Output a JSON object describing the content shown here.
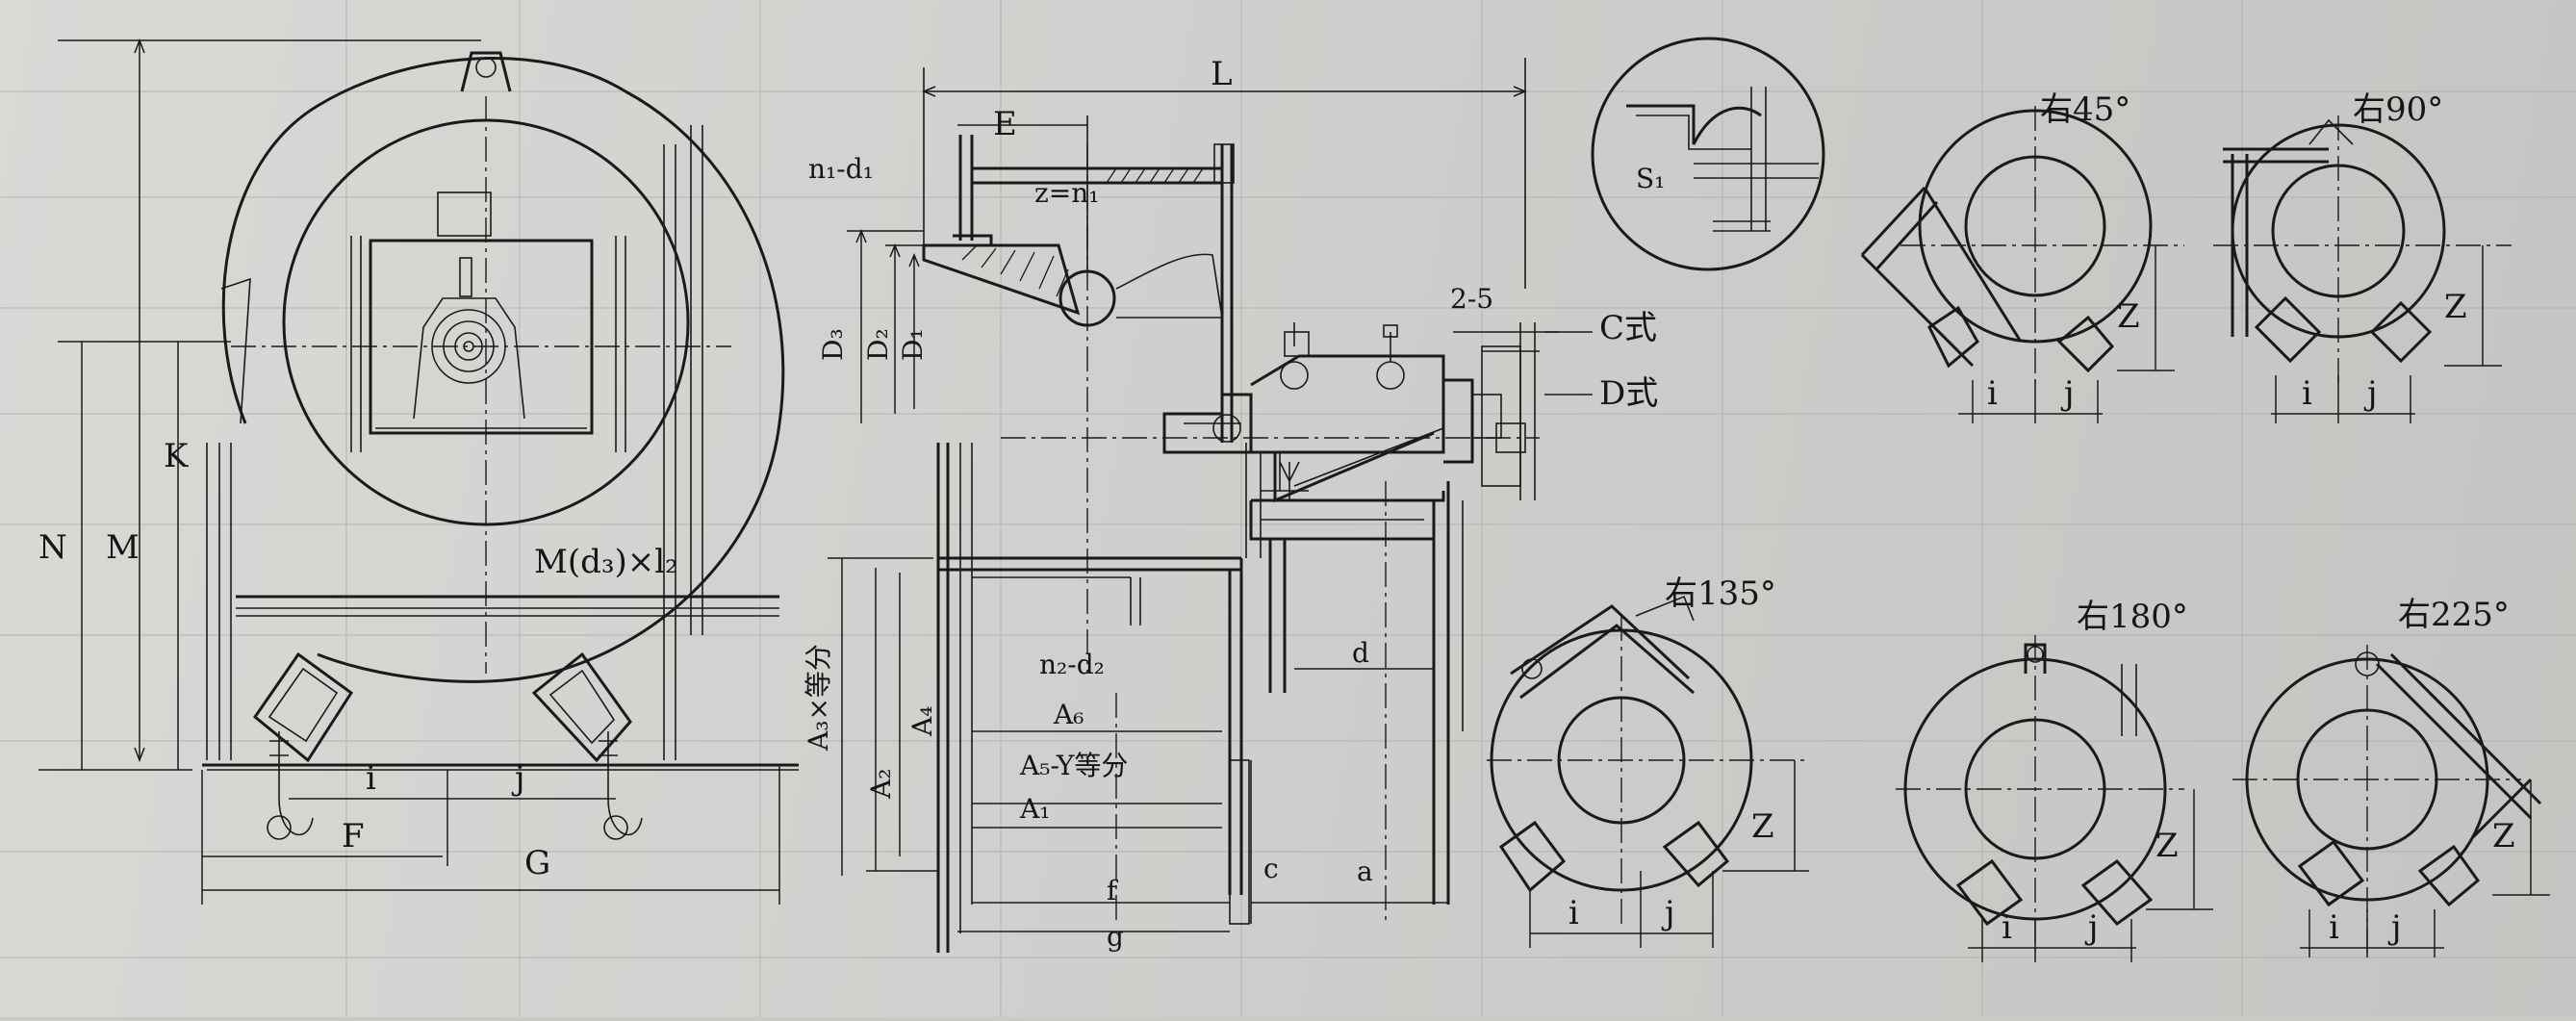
{
  "labels": {
    "N": "N",
    "M": "M",
    "K": "K",
    "bolt": "M(d₃)×l₂",
    "i": "i",
    "j": "j",
    "F": "F",
    "G": "G",
    "L": "L",
    "E": "E",
    "n1d1": "n₁-d₁",
    "zn1": "z=n₁",
    "D3": "D₃",
    "D2": "D₂",
    "D1": "D₁",
    "A3": "A₃×等分",
    "A2": "A₂",
    "A4": "A₄",
    "n2d2": "n₂-d₂",
    "A6": "A₆",
    "A5": "A₅-Y等分",
    "A1": "A₁",
    "f": "f",
    "g": "g",
    "c": "c",
    "a": "a",
    "d": "d",
    "two5": "2-5",
    "Cstyle": "C式",
    "Dstyle": "D式",
    "S1": "S₁",
    "r45": "右45°",
    "r90": "右90°",
    "r135": "右135°",
    "r180": "右180°",
    "r225": "右225°",
    "Z": "Z"
  }
}
